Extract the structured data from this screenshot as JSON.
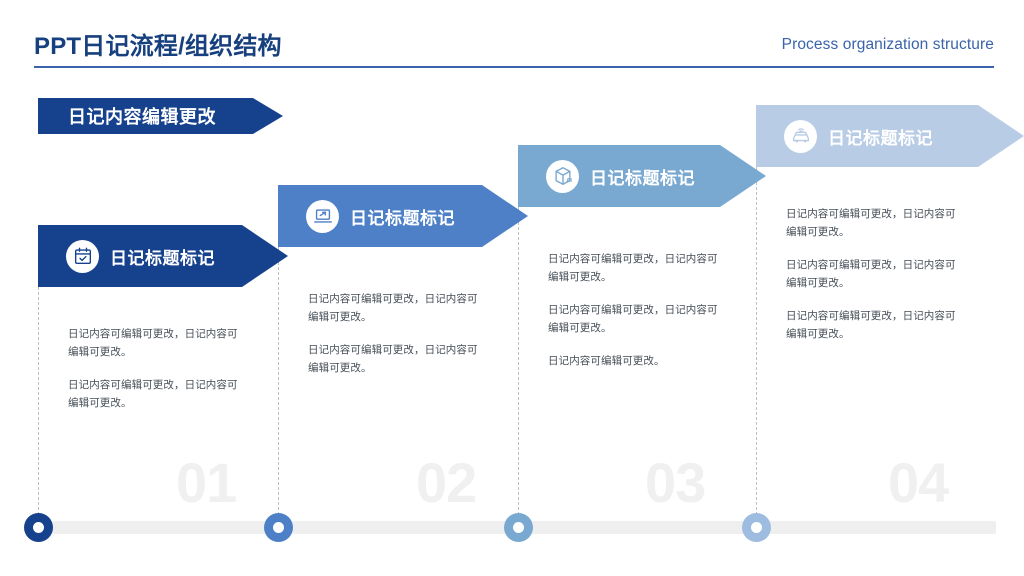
{
  "header": {
    "title": "PPT日记流程/组织结构",
    "subtitle": "Process organization structure",
    "rule_color": "#3a63ab",
    "title_color": "#17407f"
  },
  "ribbon": {
    "label": "日记内容编辑更改",
    "color": "#16418d"
  },
  "steps": [
    {
      "number": "01",
      "title": "日记标题标记",
      "icon": "calendar-check-icon",
      "color": "#16418d",
      "dot_color": "#16418d",
      "paragraphs": [
        "日记内容可编辑可更改，日记内容可编辑可更改。",
        "日记内容可编辑可更改，日记内容可编辑可更改。"
      ]
    },
    {
      "number": "02",
      "title": "日记标题标记",
      "icon": "laptop-icon",
      "color": "#4d80c6",
      "dot_color": "#4d80c6",
      "paragraphs": [
        "日记内容可编辑可更改，日记内容可编辑可更改。",
        "日记内容可编辑可更改，日记内容可编辑可更改。"
      ]
    },
    {
      "number": "03",
      "title": "日记标题标记",
      "icon": "ai-cube-icon",
      "color": "#79a9d0",
      "dot_color": "#79a9d0",
      "paragraphs": [
        "日记内容可编辑可更改，日记内容可编辑可更改。",
        "日记内容可编辑可更改，日记内容可编辑可更改。",
        "日记内容可编辑可更改。"
      ]
    },
    {
      "number": "04",
      "title": "日记标题标记",
      "icon": "smart-car-icon",
      "color": "#b9cce6",
      "dot_color": "#9dbcdf",
      "paragraphs": [
        "日记内容可编辑可更改，日记内容可编辑可更改。",
        "日记内容可编辑可更改，日记内容可编辑可更改。",
        "日记内容可编辑可更改，日记内容可编辑可更改。"
      ]
    }
  ],
  "timeline": {
    "track_color": "#efeff0"
  }
}
